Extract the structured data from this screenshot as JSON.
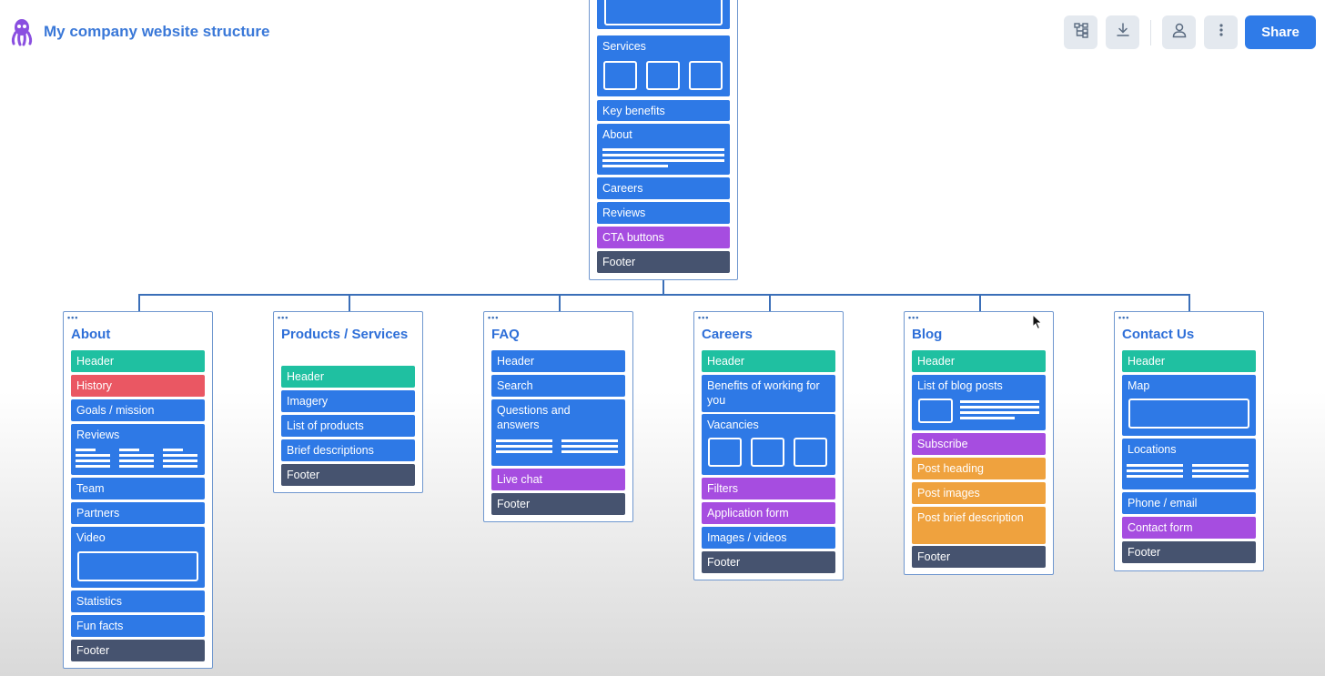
{
  "app": {
    "title": "My company website structure"
  },
  "toolbar": {
    "share_label": "Share"
  },
  "colors": {
    "accent": "#2f7be8",
    "blue_block": "#2e79e6",
    "teal_block": "#1fc0a1",
    "red_block": "#ea5763",
    "purple_block": "#a64de0",
    "orange_block": "#efa23e",
    "footer_block": "#46536f"
  },
  "icons": [
    "octopus-logo-icon",
    "sitemap-icon",
    "download-icon",
    "user-icon",
    "more-vertical-icon",
    "mouse-cursor-icon"
  ],
  "home": {
    "blocks": {
      "services": "Services",
      "key_benefits": "Key benefits",
      "about": "About",
      "careers": "Careers",
      "reviews": "Reviews",
      "cta": "CTA buttons",
      "footer": "Footer"
    }
  },
  "pages": {
    "about": {
      "title": "About",
      "blocks": {
        "header": "Header",
        "history": "History",
        "goals": "Goals / mission",
        "reviews": "Reviews",
        "team": "Team",
        "partners": "Partners",
        "video": "Video",
        "statistics": "Statistics",
        "fun_facts": "Fun facts",
        "footer": "Footer"
      }
    },
    "products": {
      "title": "Products / Services",
      "blocks": {
        "header": "Header",
        "imagery": "Imagery",
        "list": "List of products",
        "descriptions": "Brief descriptions",
        "footer": "Footer"
      }
    },
    "faq": {
      "title": "FAQ",
      "blocks": {
        "header": "Header",
        "search": "Search",
        "qa": "Questions and answers",
        "live_chat": "Live chat",
        "footer": "Footer"
      }
    },
    "careers": {
      "title": "Careers",
      "blocks": {
        "header": "Header",
        "benefits": "Benefits of working for you",
        "vacancies": "Vacancies",
        "filters": "Filters",
        "application": "Application form",
        "media": "Images / videos",
        "footer": "Footer"
      }
    },
    "blog": {
      "title": "Blog",
      "blocks": {
        "header": "Header",
        "list": "List of blog posts",
        "subscribe": "Subscribe",
        "post_heading": "Post heading",
        "post_images": "Post images",
        "post_brief": "Post brief description",
        "footer": "Footer"
      }
    },
    "contact": {
      "title": "Contact Us",
      "blocks": {
        "header": "Header",
        "map": "Map",
        "locations": "Locations",
        "phone": "Phone / email",
        "form": "Contact form",
        "footer": "Footer"
      }
    }
  }
}
